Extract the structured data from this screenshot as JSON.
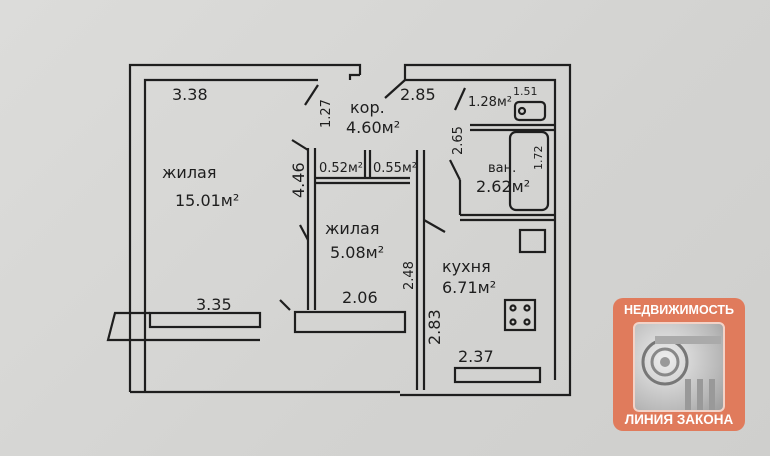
{
  "rooms": {
    "living_large": {
      "name": "жилая",
      "area": "15.01м²"
    },
    "living_small": {
      "name": "жилая",
      "area": "5.08м²"
    },
    "corridor": {
      "name": "кор.",
      "area": "4.60м²"
    },
    "bathroom": {
      "name": "ван.",
      "area": "2.62м²"
    },
    "kitchen": {
      "name": "кухня",
      "area": "6.71м²"
    },
    "closet_1": {
      "area": "0.52м²"
    },
    "closet_2": {
      "area": "0.55м²"
    },
    "toilet": {
      "area": "1.28м²"
    }
  },
  "dimensions": [
    "3.38",
    "1.27",
    "2.85",
    "2.65",
    "1.51",
    "1.72",
    "4.46",
    "2.48",
    "3.35",
    "2.06",
    "2.83",
    "2.37"
  ],
  "logo": {
    "top_text": "НЕДВИЖИМОСТЬ",
    "bottom_text": "ЛИНИЯ ЗАКОНА",
    "color": "#e07b5c"
  }
}
